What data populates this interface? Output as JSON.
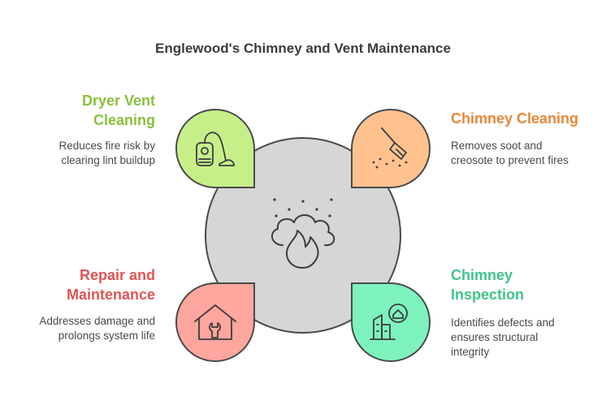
{
  "title": "Englewood's Chimney and Vent Maintenance",
  "colors": {
    "dryer": "#8cbf3f",
    "cleaning": "#e8883a",
    "repair": "#e05555",
    "inspection": "#3fc48a",
    "center": "#d6d6d6"
  },
  "sections": {
    "dryer": {
      "heading_line1": "Dryer Vent",
      "heading_line2": "Cleaning",
      "desc_line1": "Reduces fire risk by",
      "desc_line2": "clearing lint buildup"
    },
    "cleaning": {
      "heading_line1": "Chimney Cleaning",
      "desc_line1": "Removes soot and",
      "desc_line2": "creosote to prevent fires"
    },
    "repair": {
      "heading_line1": "Repair and",
      "heading_line2": "Maintenance",
      "desc_line1": "Addresses damage and",
      "desc_line2": "prolongs system life"
    },
    "inspection": {
      "heading_line1": "Chimney",
      "heading_line2": "Inspection",
      "desc_line1": "Identifies defects and",
      "desc_line2": "ensures structural",
      "desc_line3": "integrity"
    }
  },
  "icons": {
    "center": "fire-icon",
    "dryer": "vacuum-icon",
    "cleaning": "broom-icon",
    "repair": "house-wrench-icon",
    "inspection": "building-home-icon"
  }
}
